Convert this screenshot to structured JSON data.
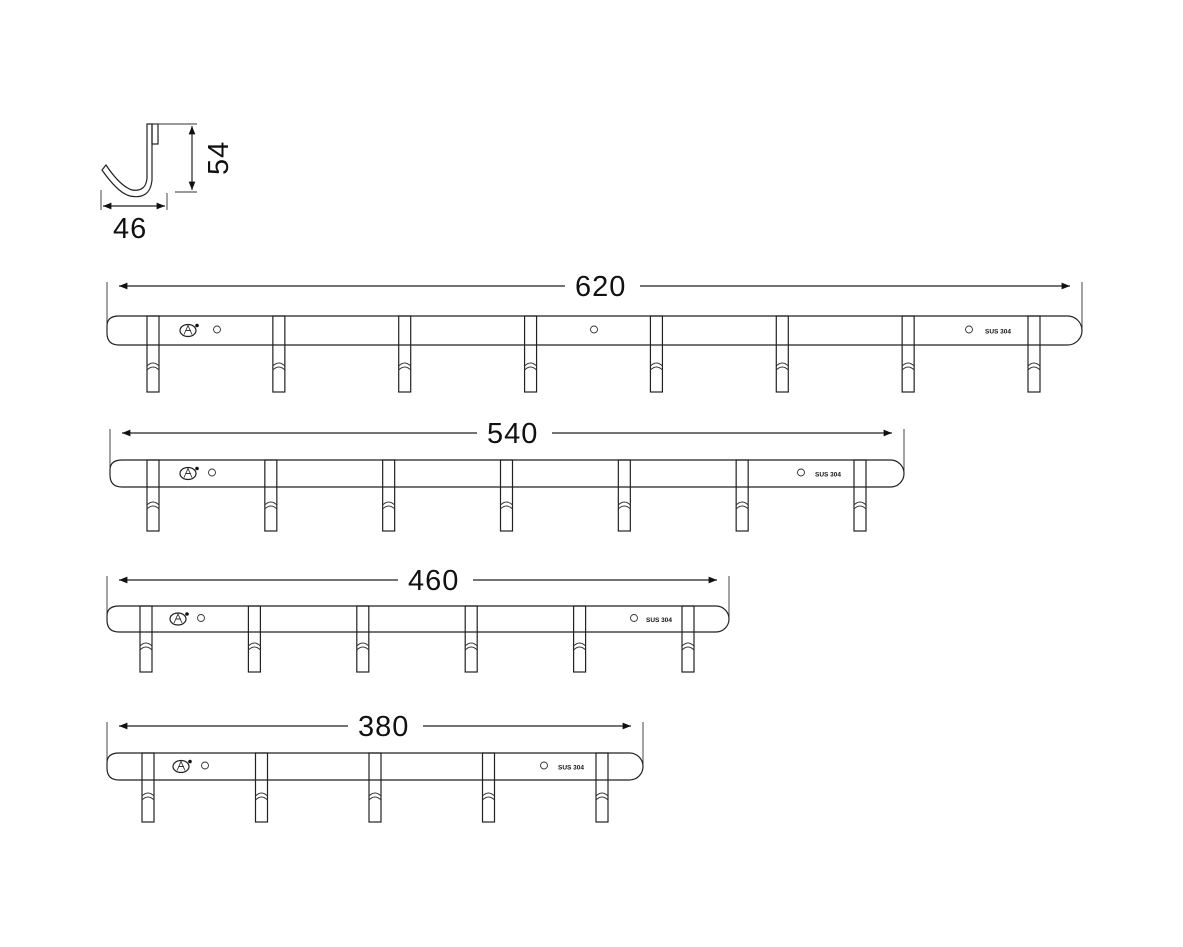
{
  "hook_detail": {
    "width_label": "46",
    "height_label": "54"
  },
  "rails": [
    {
      "length_label": "620",
      "hook_count": 8,
      "material": "SUS 304"
    },
    {
      "length_label": "540",
      "hook_count": 7,
      "material": "SUS 304"
    },
    {
      "length_label": "460",
      "hook_count": 6,
      "material": "SUS 304"
    },
    {
      "length_label": "380",
      "hook_count": 5,
      "material": "SUS 304"
    }
  ],
  "colors": {
    "line": "#222222",
    "background": "#ffffff"
  }
}
